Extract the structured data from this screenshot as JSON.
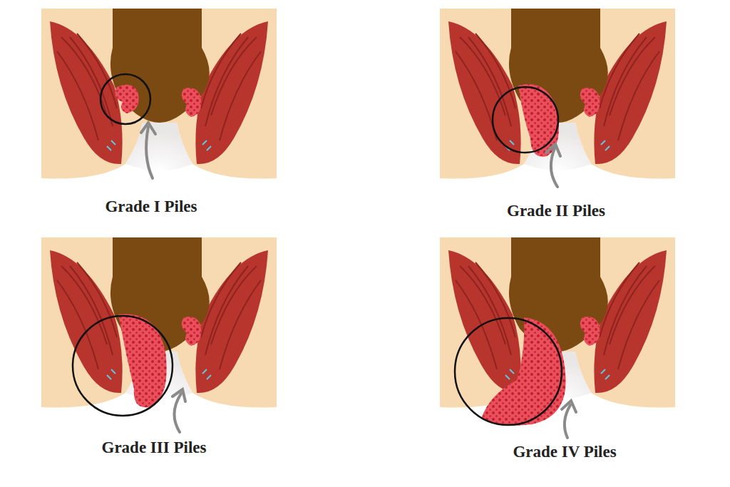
{
  "diagram": {
    "labels": [
      "Grade I Piles",
      "Grade II Piles",
      "Grade III Piles",
      "Grade IV Piles"
    ]
  }
}
